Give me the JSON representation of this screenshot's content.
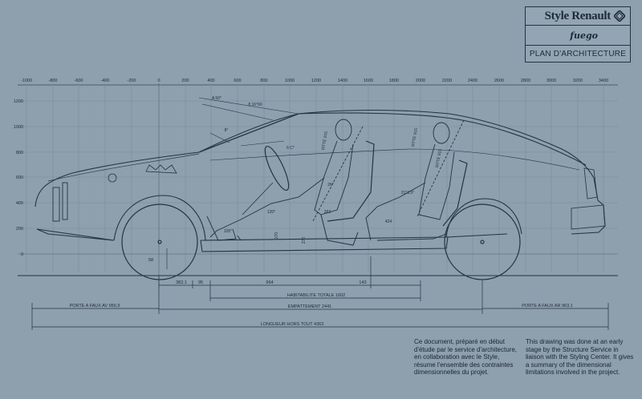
{
  "title_block": {
    "brand": "Style Renault",
    "model": "fuego",
    "plan_title": "PLAN D'ARCHITECTURE"
  },
  "notes": {
    "french": "Ce document, préparé en début d'étude par le service d'architecture, en collaboration avec le Style, résume l'ensemble des contraintes dimensionnelles du projet.",
    "english": "This drawing was done at an early stage by the Structure Service in liaison with the Styling Center. It gives a summary of the dimensional limitations involved in the project."
  },
  "axes": {
    "x_ticks": [
      "-1000",
      "-800",
      "-600",
      "-400",
      "-200",
      "0",
      "200",
      "400",
      "600",
      "800",
      "1000",
      "1200",
      "1400",
      "1600",
      "1800",
      "2000",
      "2200",
      "2400",
      "2600",
      "2800",
      "3000",
      "3200",
      "3400"
    ],
    "y_ticks": [
      "1200",
      "1000",
      "800",
      "600",
      "400",
      "200",
      "0"
    ]
  },
  "dimensions": {
    "habitabilite": "HABITABILITE TOTALE 1602",
    "empattement": "EMPATTEMENT 2441",
    "longueur": "LONGUEUR HORS TOUT 4363",
    "porte_a_faux_av": "PORTE A FAUX AV 956,9",
    "porte_a_faux_ar": "PORTE A FAUX AR 963,1",
    "seg_382": "382,1",
    "seg_95": "95",
    "seg_964": "964",
    "seg_143": "143",
    "ground_clearance": "58"
  },
  "annotations": {
    "angle_top1": "A 50°",
    "angle_top2": "8 16°60",
    "angle_windshield": "8°",
    "front_seat_label": "SITTE 970",
    "rear_seat_label": "SITTE 915",
    "rear_seat_label2": "SITTE 915",
    "knee_angle": "120°",
    "foot_angle": "105°",
    "front_seat_dim": "263",
    "rear_seat_dim": "424",
    "pedal_dim": "270",
    "floor_dim": "270",
    "steering_angle": "6 C°",
    "hip_angle_front": "26°",
    "hip_angle_rear": "21°3.5°"
  },
  "colors": {
    "paper": "#8e9fae",
    "line": "#26333f",
    "grid": "#7b8c9a"
  }
}
